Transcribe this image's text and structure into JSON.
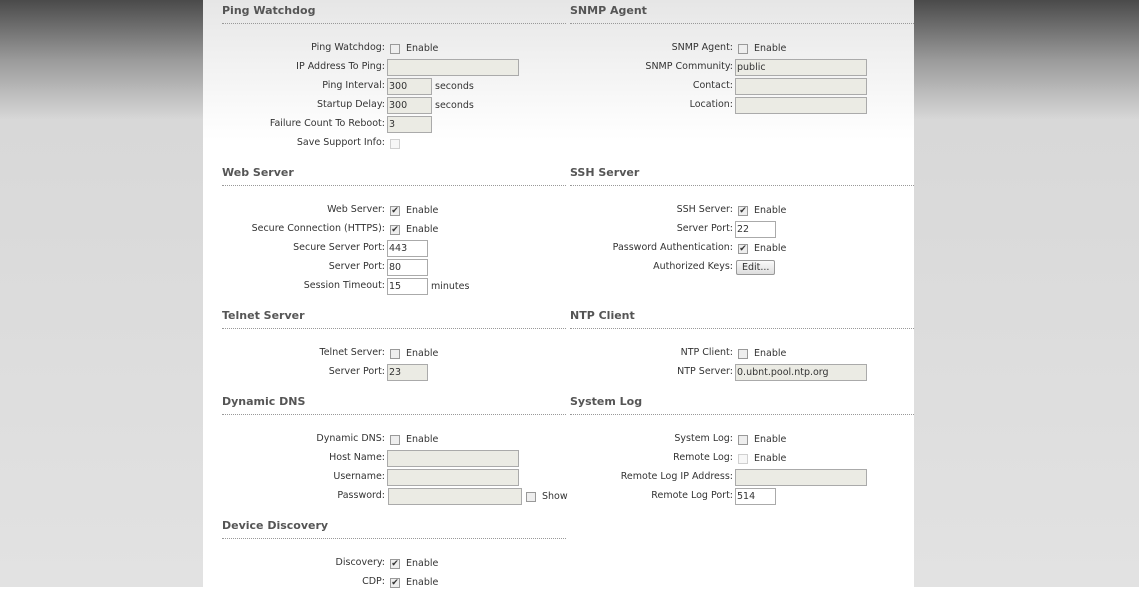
{
  "sections": [
    {
      "title": "Ping Watchdog",
      "rows": [
        {
          "label": "Ping Watchdog:",
          "type": "check",
          "checked": false,
          "text": "Enable"
        },
        {
          "label": "IP Address To Ping:",
          "type": "input",
          "value": "",
          "size": "wide"
        },
        {
          "label": "Ping Interval:",
          "type": "input",
          "value": "300",
          "size": "small",
          "suffix": "seconds"
        },
        {
          "label": "Startup Delay:",
          "type": "input",
          "value": "300",
          "size": "small",
          "suffix": "seconds"
        },
        {
          "label": "Failure Count To Reboot:",
          "type": "input",
          "value": "3",
          "size": "small"
        },
        {
          "label": "Save Support Info:",
          "type": "check",
          "checked": false,
          "disabled": true,
          "text": ""
        }
      ]
    },
    {
      "title": "SNMP Agent",
      "rows": [
        {
          "label": "SNMP Agent:",
          "type": "check",
          "checked": false,
          "text": "Enable"
        },
        {
          "label": "SNMP Community:",
          "type": "input",
          "value": "public",
          "size": "wide"
        },
        {
          "label": "Contact:",
          "type": "input",
          "value": "",
          "size": "wide"
        },
        {
          "label": "Location:",
          "type": "input",
          "value": "",
          "size": "wide"
        }
      ]
    },
    {
      "title": "Web Server",
      "rows": [
        {
          "label": "Web Server:",
          "type": "check",
          "checked": true,
          "text": "Enable"
        },
        {
          "label": "Secure Connection (HTTPS):",
          "type": "check",
          "checked": true,
          "text": "Enable"
        },
        {
          "label": "Secure Server Port:",
          "type": "input",
          "value": "443",
          "size": "port",
          "enabled": true
        },
        {
          "label": "Server Port:",
          "type": "input",
          "value": "80",
          "size": "port",
          "enabled": true
        },
        {
          "label": "Session Timeout:",
          "type": "input",
          "value": "15",
          "size": "port",
          "enabled": true,
          "suffix": "minutes"
        }
      ]
    },
    {
      "title": "SSH Server",
      "rows": [
        {
          "label": "SSH Server:",
          "type": "check",
          "checked": true,
          "text": "Enable"
        },
        {
          "label": "Server Port:",
          "type": "input",
          "value": "22",
          "size": "port",
          "enabled": true
        },
        {
          "label": "Password Authentication:",
          "type": "check",
          "checked": true,
          "text": "Enable"
        },
        {
          "label": "Authorized Keys:",
          "type": "button",
          "text": "Edit..."
        }
      ]
    },
    {
      "title": "Telnet Server",
      "rows": [
        {
          "label": "Telnet Server:",
          "type": "check",
          "checked": false,
          "text": "Enable"
        },
        {
          "label": "Server Port:",
          "type": "input",
          "value": "23",
          "size": "port"
        }
      ]
    },
    {
      "title": "NTP Client",
      "rows": [
        {
          "label": "NTP Client:",
          "type": "check",
          "checked": false,
          "text": "Enable"
        },
        {
          "label": "NTP Server:",
          "type": "input",
          "value": "0.ubnt.pool.ntp.org",
          "size": "wide"
        }
      ]
    },
    {
      "title": "Dynamic DNS",
      "rows": [
        {
          "label": "Dynamic DNS:",
          "type": "check",
          "checked": false,
          "text": "Enable"
        },
        {
          "label": "Host Name:",
          "type": "input",
          "value": "",
          "size": "wide"
        },
        {
          "label": "Username:",
          "type": "input",
          "value": "",
          "size": "wide"
        },
        {
          "label": "Password:",
          "type": "input",
          "value": "",
          "size": "pwd",
          "show": "Show"
        }
      ]
    },
    {
      "title": "System Log",
      "rows": [
        {
          "label": "System Log:",
          "type": "check",
          "checked": false,
          "text": "Enable"
        },
        {
          "label": "Remote Log:",
          "type": "check",
          "checked": false,
          "disabled": true,
          "text": "Enable"
        },
        {
          "label": "Remote Log IP Address:",
          "type": "input",
          "value": "",
          "size": "wide"
        },
        {
          "label": "Remote Log Port:",
          "type": "input",
          "value": "514",
          "size": "port",
          "enabled": true
        }
      ]
    },
    {
      "title": "Device Discovery",
      "rows": [
        {
          "label": "Discovery:",
          "type": "check",
          "checked": true,
          "text": "Enable"
        },
        {
          "label": "CDP:",
          "type": "check",
          "checked": true,
          "text": "Enable"
        }
      ]
    }
  ]
}
